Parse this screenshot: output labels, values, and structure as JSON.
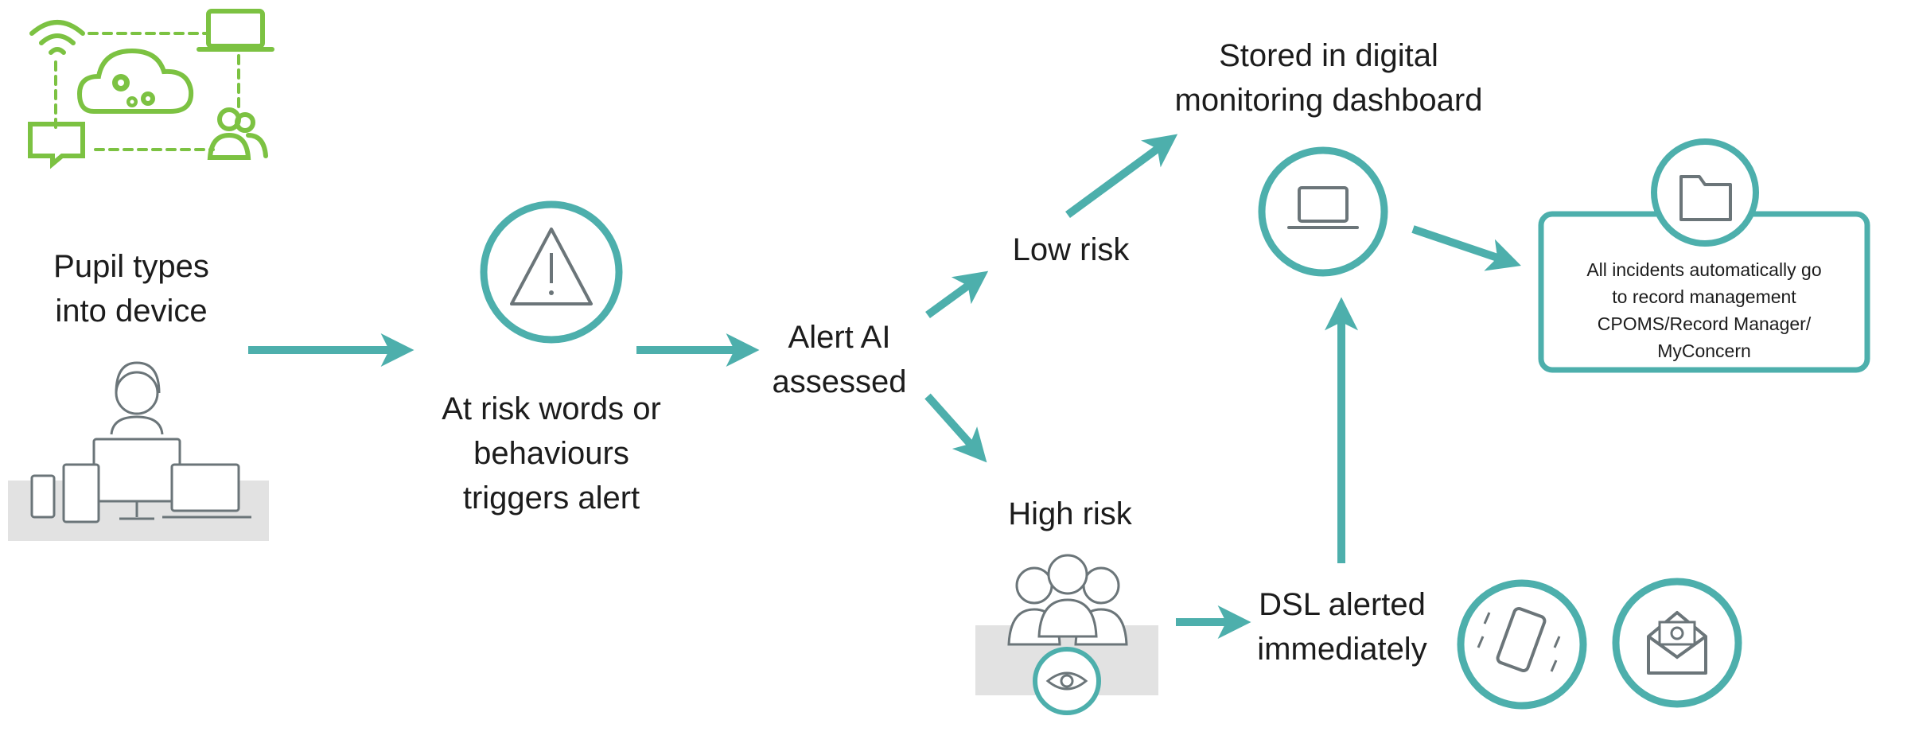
{
  "colors": {
    "teal": "#4dafac",
    "green": "#7cc242",
    "gray": "#6b7579",
    "panel": "#e2e2e2"
  },
  "icons": {
    "network": "cloud-network-icon",
    "pupil": "pupil-devices-icon",
    "alert": "warning-triangle-icon",
    "laptop": "laptop-icon",
    "folder": "folder-icon",
    "group": "people-group-icon",
    "eye": "eye-icon",
    "phone": "vibrating-phone-icon",
    "email": "email-envelope-icon"
  },
  "steps": {
    "pupil": {
      "line1": "Pupil types",
      "line2": "into device"
    },
    "trigger": {
      "line1": "At risk words or",
      "line2": "behaviours",
      "line3": "triggers alert"
    },
    "assess": {
      "line1": "Alert AI",
      "line2": "assessed"
    },
    "low": {
      "label": "Low risk"
    },
    "high": {
      "label": "High risk"
    },
    "dashboard": {
      "line1": "Stored in digital",
      "line2": "monitoring dashboard"
    },
    "record": {
      "line1": "All incidents automatically go",
      "line2": "to record management",
      "line3": "CPOMS/Record Manager/",
      "line4": "MyConcern"
    },
    "dsl": {
      "line1": "DSL alerted",
      "line2": "immediately"
    }
  }
}
